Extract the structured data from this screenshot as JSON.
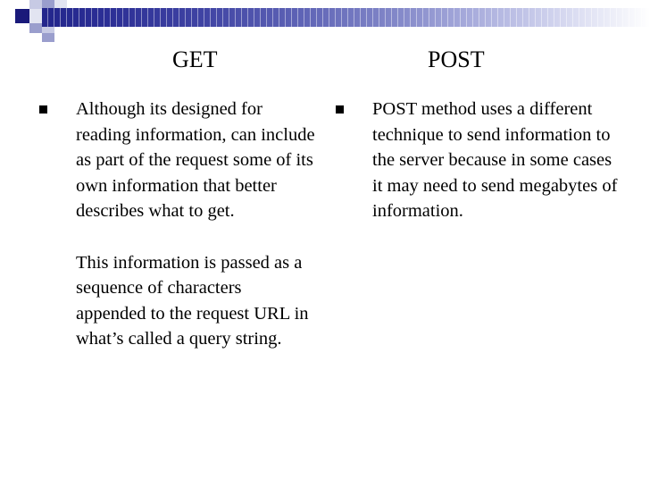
{
  "slide": {
    "background_color": "#ffffff",
    "decoration": {
      "name": "gradient-stripe-band",
      "bar_start_color": "#23268c",
      "bar_end_color": "#ffffff",
      "accent_navy": "#1a1a7a",
      "accent_mid": "#9a9ecd",
      "accent_light": "#c7cae4",
      "accent_pale": "#e2e4f1"
    },
    "columns": [
      {
        "heading": "GET",
        "bullets": [
          {
            "marker": "square-bullet",
            "marker_visible": true,
            "text": "Although its designed for reading information, can include as part of the request some of its own information that better describes what to get."
          },
          {
            "marker": "square-bullet",
            "marker_visible": false,
            "text": "This information is passed as a sequence of characters appended to the request URL in what’s called a query string."
          }
        ]
      },
      {
        "heading": "POST",
        "bullets": [
          {
            "marker": "square-bullet",
            "marker_visible": true,
            "text": "POST method uses a different technique to send information to the server because in some cases it may need to send megabytes of information."
          }
        ]
      }
    ]
  }
}
